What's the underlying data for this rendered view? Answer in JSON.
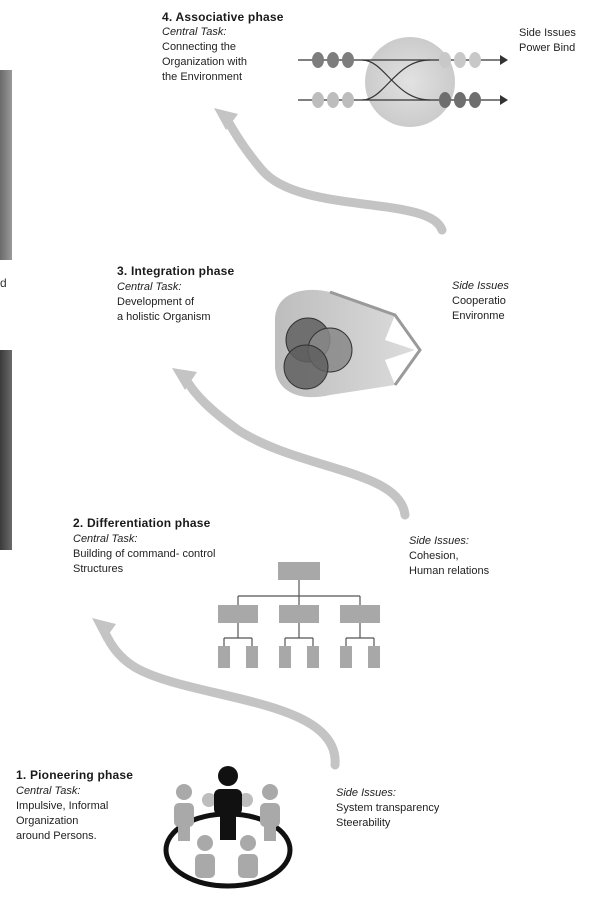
{
  "phases": [
    {
      "title": "4. Associative phase",
      "task_label": "Central Task:",
      "task_lines": [
        "Connecting the",
        "Organization with",
        "the Environment"
      ],
      "side_label": "Side Issues",
      "side_lines": [
        "Power Bind"
      ]
    },
    {
      "title": "3. Integration phase",
      "task_label": "Central Task:",
      "task_lines": [
        "Development of",
        "a holistic Organism"
      ],
      "side_label": "Side Issues",
      "side_lines": [
        "Cooperatio",
        "Environme"
      ]
    },
    {
      "title": "2. Differentiation phase",
      "task_label": "Central Task:",
      "task_lines": [
        "Building of command- control",
        "Structures"
      ],
      "side_label": "Side Issues:",
      "side_lines": [
        "Cohesion,",
        "Human relations"
      ]
    },
    {
      "title": "1. Pioneering phase",
      "task_label": "Central Task:",
      "task_lines": [
        "Impulsive, Informal",
        "Organization",
        "around Persons."
      ],
      "side_label": "Side Issues:",
      "side_lines": [
        "System transparency",
        "Steerability"
      ]
    }
  ],
  "left_edge_char": "d",
  "icons": {
    "associative": "crossing-flows-icon",
    "integration": "overlapping-circles-arrow-icon",
    "differentiation": "org-chart-icon",
    "pioneering": "people-circle-icon"
  }
}
